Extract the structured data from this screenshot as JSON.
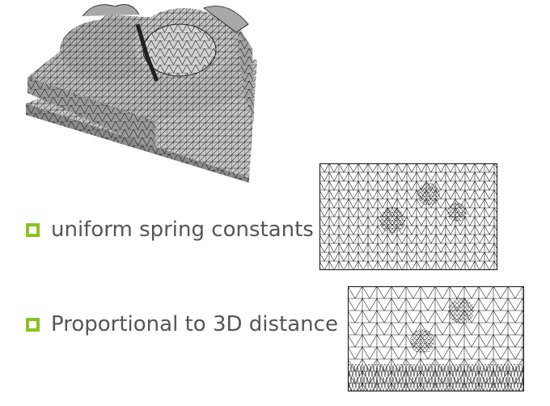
{
  "slide": {
    "bullets": [
      {
        "text": "uniform spring constants"
      },
      {
        "text": "Proportional to 3D distance"
      }
    ]
  },
  "colors": {
    "bullet_accent": "#8cc21f",
    "text": "#555555",
    "mesh_face": "#b9b9b9",
    "mesh_line": "#1a1a1a"
  },
  "icons": {
    "bullet": "hollow-square-bullet"
  }
}
